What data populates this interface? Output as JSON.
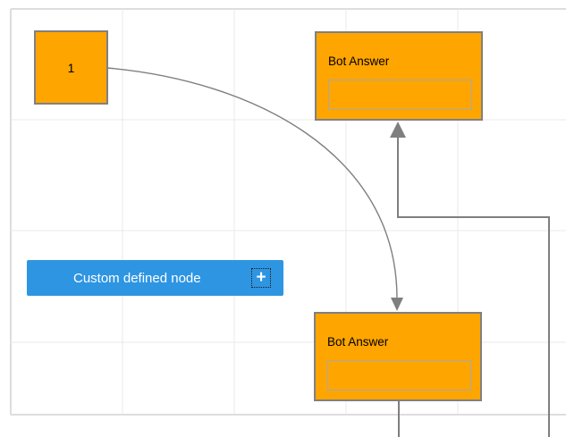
{
  "colors": {
    "node_fill": "#FFA500",
    "node_border": "#808080",
    "input_border": "#A9A9A9",
    "node_text": "#000000",
    "accent_blue": "#2E95E2",
    "button_text": "#FFFFFF",
    "connector": "#7F7F7F",
    "grid_line": "#EAEAEA",
    "page_border": "#DDDDDD"
  },
  "canvas": {
    "nodes": {
      "start": {
        "label": "1"
      },
      "bot_answer_top": {
        "title": "Bot Answer",
        "input_value": ""
      },
      "bot_answer_bottom": {
        "title": "Bot Answer",
        "input_value": ""
      }
    }
  },
  "palette": {
    "custom_node": {
      "label": "Custom defined node",
      "add_icon": "+"
    }
  }
}
